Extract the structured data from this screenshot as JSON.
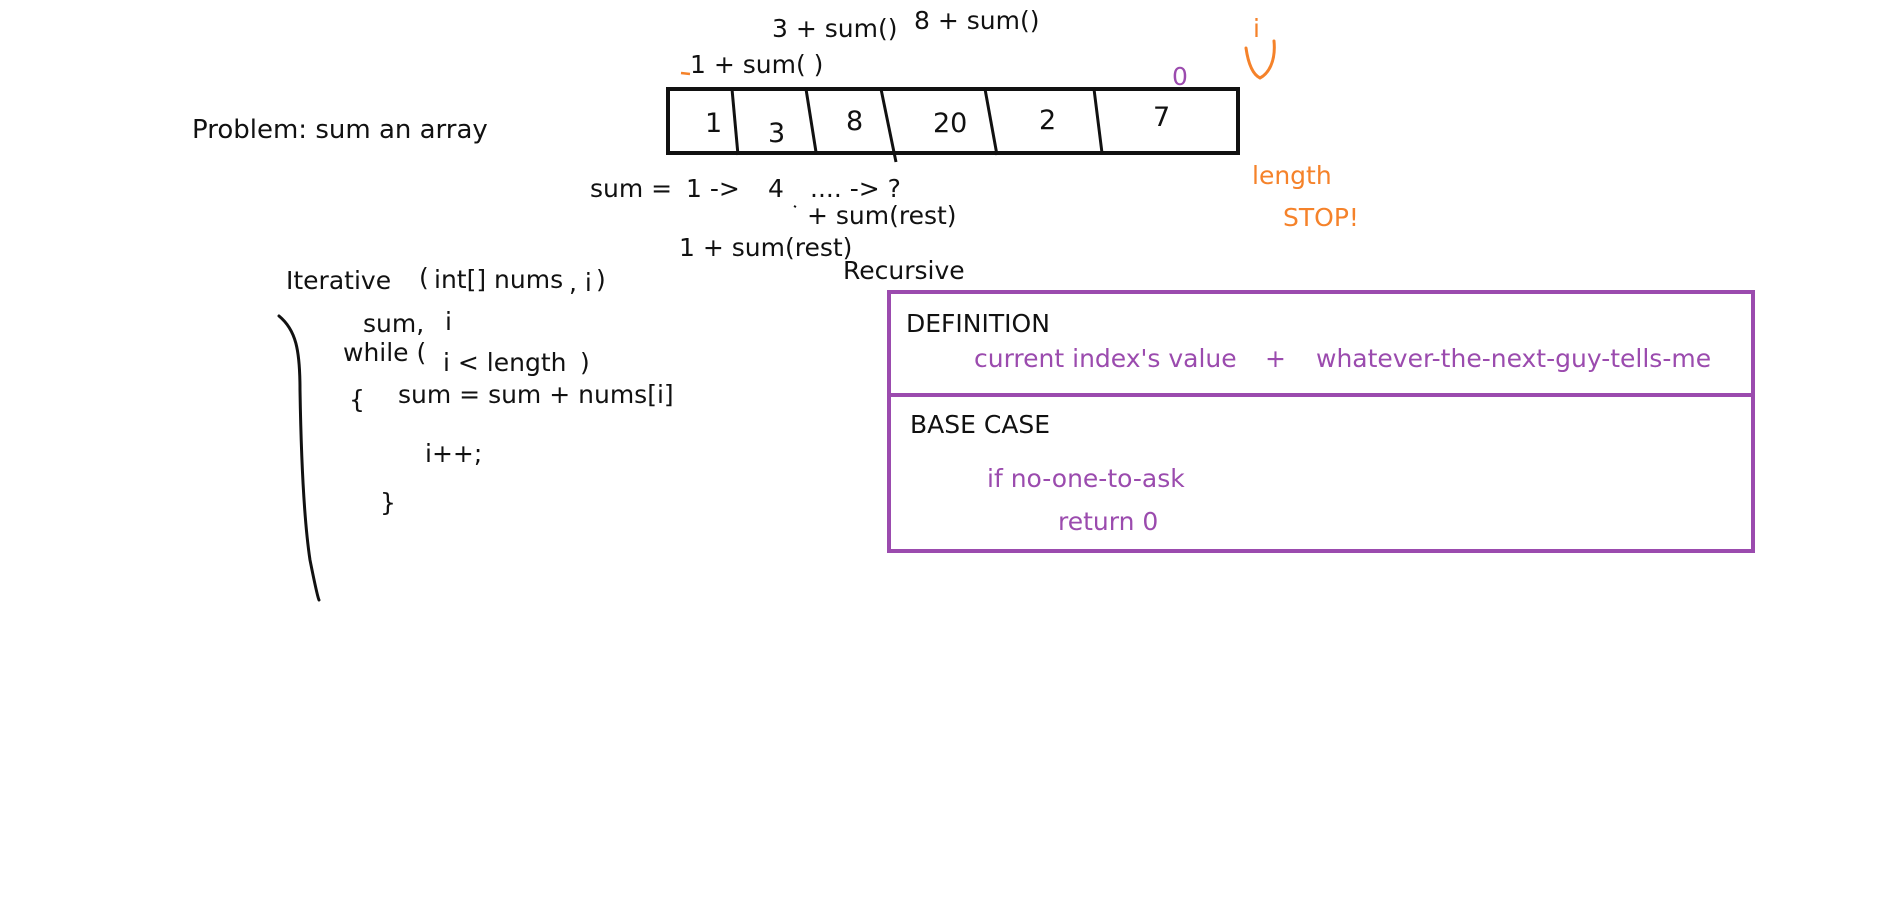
{
  "problem": {
    "title": "Problem: sum an array"
  },
  "array": {
    "values": [
      "1",
      "3",
      "8",
      "20",
      "2",
      "7"
    ],
    "index_marker": "0",
    "pointer_label": "i"
  },
  "calls_above": {
    "call_1": "1 + sum( )",
    "call_2": "3 + sum()",
    "call_3": "8 + sum()"
  },
  "trace": {
    "sum_label": "sum =",
    "step_1": "1 ->",
    "step_2": "4",
    "step_rest": ".... -> ?",
    "plus_rest": "+ sum(rest)",
    "one_plus_rest": "1  +  sum(rest)"
  },
  "stop_note": {
    "length": "length",
    "stop": "STOP!"
  },
  "iterative": {
    "title": "Iterative",
    "params_open": "(",
    "params_type": "int[] nums",
    "params_i": ", i",
    "params_close": ")",
    "line_vars": "sum,",
    "line_vars_i": "i",
    "line_while": "while (",
    "line_condition": "i < length",
    "line_condition_close": ")",
    "line_brace_open": "{",
    "line_body": "sum = sum + nums[i]",
    "line_increment": "i++;",
    "line_brace_close": "}"
  },
  "recursive": {
    "title": "Recursive",
    "definition": {
      "heading": "DEFINITION",
      "left_term": "current index's value",
      "operator": "+",
      "right_term": "whatever-the-next-guy-tells-me"
    },
    "base_case": {
      "heading": "BASE CASE",
      "condition": "if no-one-to-ask",
      "result": "return 0"
    }
  },
  "colors": {
    "ink": "#111111",
    "purple": "#9B4BAE",
    "orange": "#F5822A",
    "background": "#ffffff"
  }
}
